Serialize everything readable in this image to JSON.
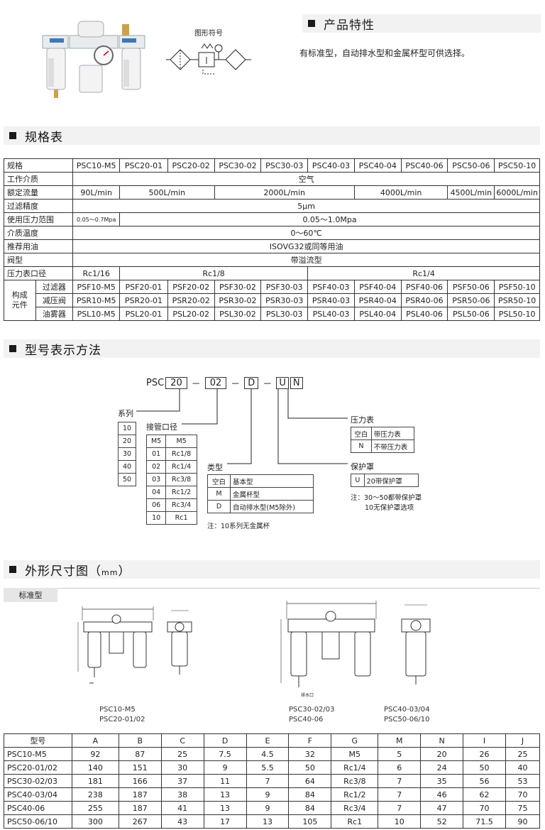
{
  "header": {
    "symbol_label": "图形符号",
    "features_title": "产品特性",
    "features_text": "有标准型，自动排水型和金属杯型可供选择。"
  },
  "spec": {
    "title": "规格表",
    "models_label": "规格",
    "models": [
      "PSC10-M5",
      "PSC20-01",
      "PSC20-02",
      "PSC30-02",
      "PSC30-03",
      "PSC40-03",
      "PSC40-04",
      "PSC40-06",
      "PSC50-06",
      "PSC50-10"
    ],
    "medium_label": "工作介质",
    "medium": "空气",
    "flow_label": "额定流量",
    "flows": [
      "90L/min",
      "500L/min",
      "2000L/min",
      "4000L/min",
      "4500L/min",
      "6000L/min"
    ],
    "filter_label": "过滤精度",
    "filter": "5μm",
    "pressure_label": "使用压力范围",
    "pressure_small": "0.05～0.7Mpa",
    "pressure": "0.05～1.0Mpa",
    "temp_label": "介质温度",
    "temp": "0～60℃",
    "oil_label": "推荐用油",
    "oil": "ISOVG32或同等用油",
    "valve_label": "阀型",
    "valve": "带溢流型",
    "gauge_label": "压力表口径",
    "gauges": [
      "Rc1/16",
      "Rc1/8",
      "Rc1/4"
    ],
    "comp_label_1": "构成",
    "comp_label_2": "元件",
    "components": [
      {
        "name": "过滤器",
        "items": [
          "PSF10-M5",
          "PSF20-01",
          "PSF20-02",
          "PSF30-02",
          "PSF30-03",
          "PSF40-03",
          "PSF40-04",
          "PSF40-06",
          "PSF50-06",
          "PSF50-10"
        ]
      },
      {
        "name": "减压阀",
        "items": [
          "PSR10-M5",
          "PSR20-01",
          "PSR20-02",
          "PSR30-02",
          "PSR30-03",
          "PSR40-03",
          "PSR40-04",
          "PSR40-06",
          "PSR50-06",
          "PSR50-10"
        ]
      },
      {
        "name": "油雾器",
        "items": [
          "PSL10-M5",
          "PSL20-01",
          "PSL20-02",
          "PSL30-02",
          "PSL30-03",
          "PSL40-03",
          "PSL40-04",
          "PSL40-06",
          "PSL50-06",
          "PSL50-10"
        ]
      }
    ]
  },
  "model": {
    "title": "型号表示方法",
    "code": {
      "prefix": "PSC",
      "p1": "20",
      "d1": "－",
      "p2": "02",
      "d2": "－",
      "p3": "D",
      "d3": "－",
      "p4": "U",
      "p5": "N"
    },
    "series_label": "系列",
    "series": [
      "10",
      "20",
      "30",
      "40",
      "50"
    ],
    "port_label": "接管口径",
    "ports": [
      [
        "M5",
        "M5"
      ],
      [
        "01",
        "Rc1/8"
      ],
      [
        "02",
        "Rc1/4"
      ],
      [
        "03",
        "Rc3/8"
      ],
      [
        "04",
        "Rc1/2"
      ],
      [
        "06",
        "Rc3/4"
      ],
      [
        "10",
        "Rc1"
      ]
    ],
    "type_label": "类型",
    "types": [
      [
        "空白",
        "基本型"
      ],
      [
        "M",
        "金属杯型"
      ],
      [
        "D",
        "自动排水型(M5除外)"
      ]
    ],
    "type_note": "注：10系列无金属杯",
    "gauge_label": "压力表",
    "gauge_opts": [
      [
        "空白",
        "带压力表"
      ],
      [
        "N",
        "不带压力表"
      ]
    ],
    "guard_label": "保护罩",
    "guard_opts": [
      [
        "U",
        "20带保护罩"
      ]
    ],
    "guard_note1": "注：30～50都带保护罩",
    "guard_note2": "10无保护罩选项"
  },
  "dims": {
    "title": "外形尺寸图（",
    "title_unit": "mm",
    "title_end": "）",
    "tab": "标准型",
    "cap1a": "PSC10-M5",
    "cap1b": "PSC20-01/02",
    "cap2a": "PSC30-02/03",
    "cap2b": "PSC40-06",
    "cap3a": "PSC40-03/04",
    "cap3b": "PSC50-06/10",
    "drain": "排水口",
    "headers": [
      "型号",
      "A",
      "B",
      "C",
      "D",
      "E",
      "F",
      "G",
      "M",
      "N",
      "I",
      "J"
    ],
    "rows": [
      [
        "PSC10-M5",
        "92",
        "87",
        "25",
        "7.5",
        "4.5",
        "32",
        "M5",
        "5",
        "20",
        "26",
        "25"
      ],
      [
        "PSC20-01/02",
        "140",
        "151",
        "30",
        "9",
        "5.5",
        "50",
        "Rc1/4",
        "6",
        "24",
        "50",
        "40"
      ],
      [
        "PSC30-02/03",
        "181",
        "166",
        "37",
        "11",
        "7",
        "64",
        "Rc3/8",
        "7",
        "35",
        "56",
        "53"
      ],
      [
        "PSC40-03/04",
        "238",
        "187",
        "38",
        "13",
        "9",
        "84",
        "Rc1/2",
        "7",
        "46",
        "62",
        "70"
      ],
      [
        "PSC40-06",
        "255",
        "187",
        "41",
        "13",
        "9",
        "84",
        "Rc3/4",
        "7",
        "47",
        "70",
        "75"
      ],
      [
        "PSC50-06/10",
        "300",
        "267",
        "43",
        "17",
        "13",
        "105",
        "Rc1",
        "10",
        "52",
        "71.5",
        "90"
      ]
    ]
  }
}
